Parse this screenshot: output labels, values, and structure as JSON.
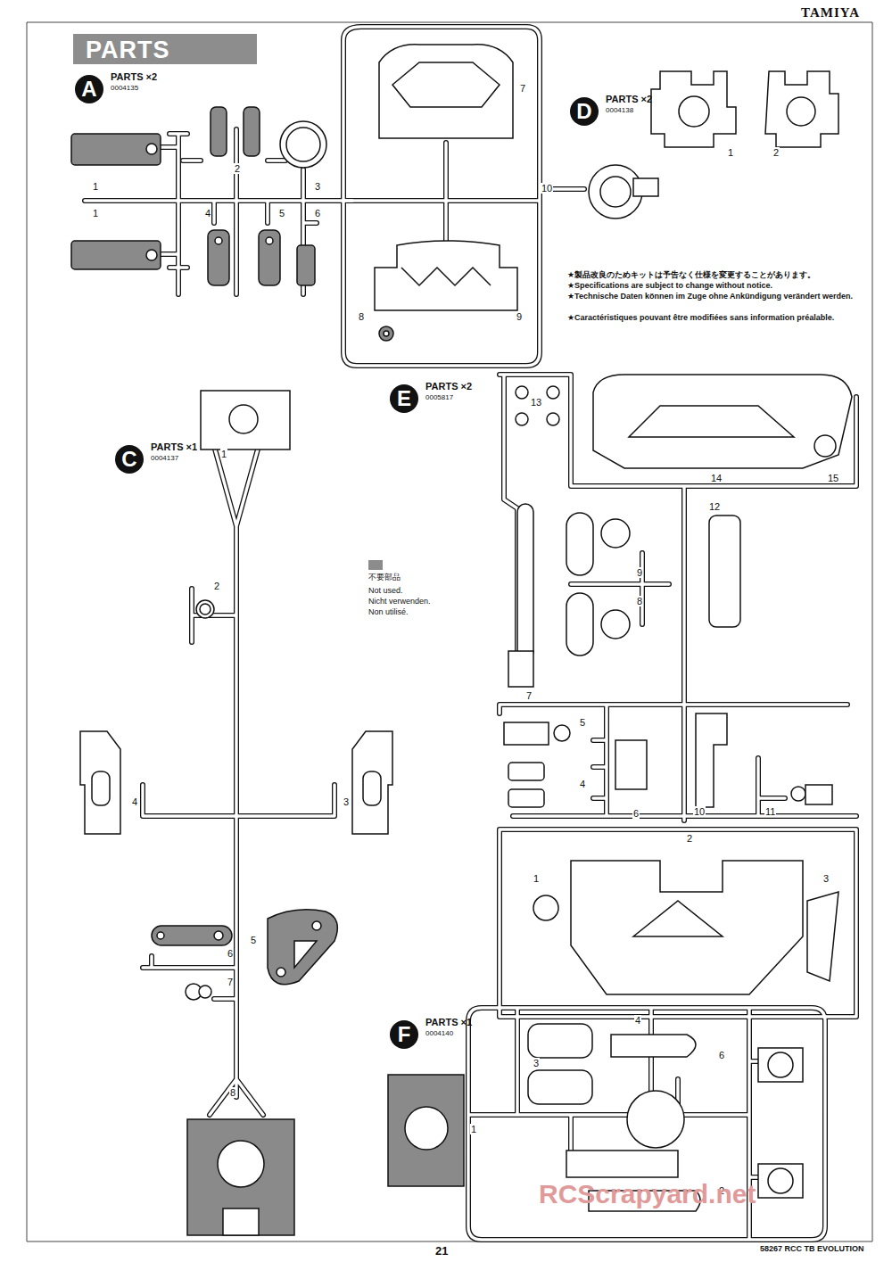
{
  "diagram": {
    "title": "PARTS",
    "nodes": [
      {
        "text": [
          "A",
          "PARTS ×2",
          "0004135"
        ]
      },
      {
        "text": [
          "D",
          "PARTS ×2",
          "0004138"
        ]
      },
      {
        "text": [
          "C",
          "PARTS ×1",
          "0004137"
        ]
      },
      {
        "text": [
          "E",
          "PARTS ×2",
          "0005817"
        ]
      },
      {
        "text": [
          "F",
          "PARTS ×1",
          "0004140"
        ]
      }
    ],
    "labels": [
      "TAMIYA",
      "★製品改良のためキットは予告なく仕様を変更することがあります。",
      "★Specifications are subject to change without notice.",
      "★Technische Daten können im Zuge ohne Ankündigung verändert werden.",
      "★Caractéristiques pouvant être modifiées sans information préalable.",
      "1",
      "1",
      "2",
      "3",
      "4",
      "5",
      "6",
      "7",
      "8",
      "9",
      "10",
      "1",
      "2",
      "1",
      "2",
      "4",
      "3",
      "5",
      "6",
      "7",
      "8",
      "Not used.",
      "Nicht verwenden.",
      "Non utilisé.",
      "13",
      "14",
      "15",
      "12",
      "9",
      "8",
      "7",
      "5",
      "4",
      "6",
      "10",
      "11",
      "2",
      "1",
      "3",
      "4",
      "3",
      "6",
      "1",
      "2",
      "21",
      "58267 RCC TB EVOLUTION",
      "RCScrapyard.net"
    ],
    "legend": [
      {
        "text": "不要部品",
        "color": "#8c8c8c"
      }
    ]
  }
}
